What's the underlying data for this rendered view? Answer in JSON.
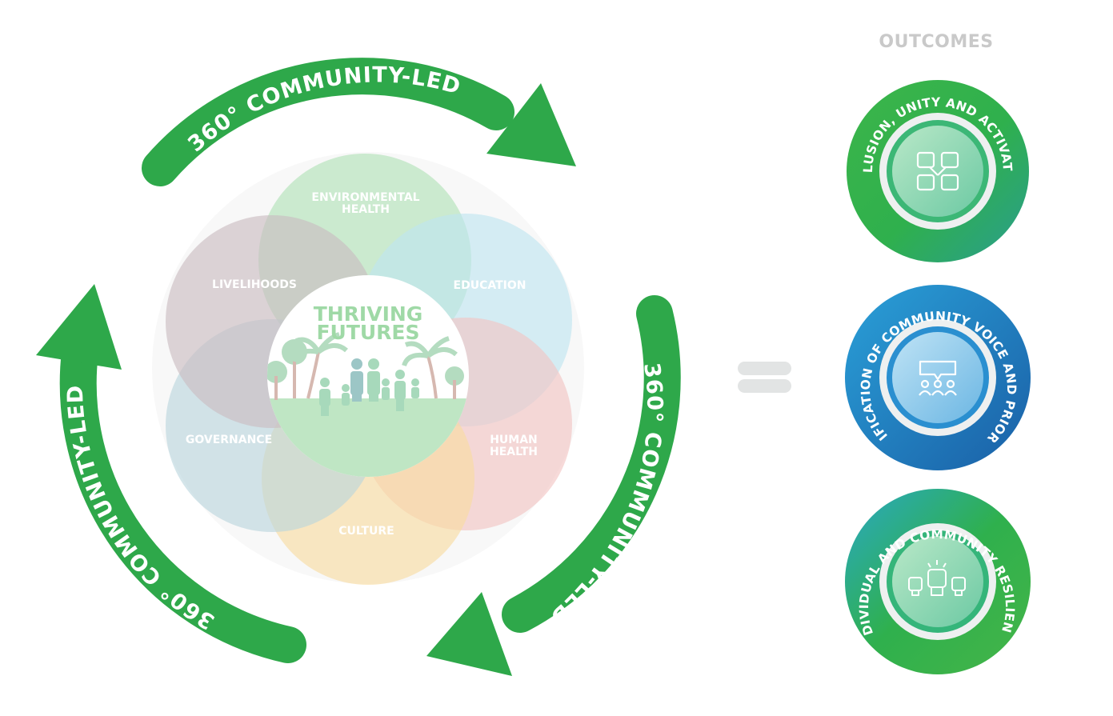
{
  "cycle": {
    "arrow_label": "360° COMMUNITY-LED",
    "color": "#2ea84a"
  },
  "venn": {
    "center_title_line1": "THRIVING",
    "center_title_line2": "FUTURES",
    "petals": [
      {
        "label_line1": "ENVIRONMENTAL",
        "label_line2": "HEALTH",
        "color": "#bfe6c4"
      },
      {
        "label_line1": "EDUCATION",
        "label_line2": "",
        "color": "#bfe5f0"
      },
      {
        "label_line1": "HUMAN",
        "label_line2": "HEALTH",
        "color": "#f2c3c1"
      },
      {
        "label_line1": "CULTURE",
        "label_line2": "",
        "color": "#f8dca0"
      },
      {
        "label_line1": "GOVERNANCE",
        "label_line2": "",
        "color": "#b9d5dd"
      },
      {
        "label_line1": "LIVELIHOODS",
        "label_line2": "",
        "color": "#c9bcc0"
      }
    ]
  },
  "equals_sign": "=",
  "outcomes": {
    "title": "OUTCOMES",
    "items": [
      {
        "label": "INCLUSION, UNITY AND ACTIVATION",
        "icon": "handshake-icon",
        "color": "#3cb54a"
      },
      {
        "label": "AMPLIFICATION OF COMMUNITY VOICE AND PRIORITIES",
        "icon": "community-discussion-icon",
        "color": "#1e88c7"
      },
      {
        "label": "INDIVIDUAL AND COMMUNITY RESILIENCE",
        "icon": "raised-fists-icon",
        "color": "#2aa84f"
      }
    ]
  }
}
